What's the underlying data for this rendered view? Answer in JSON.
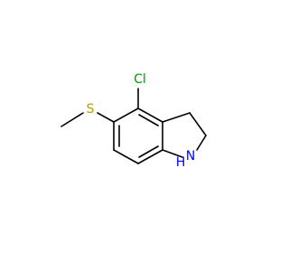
{
  "molecule": {
    "atoms": {
      "cl": {
        "label": "Cl",
        "color": "#00a000"
      },
      "s": {
        "label": "S",
        "color": "#b8a000"
      },
      "n": {
        "label": "N",
        "color": "#0000ff"
      },
      "h": {
        "label": "H",
        "color": "#0000ff"
      }
    }
  }
}
